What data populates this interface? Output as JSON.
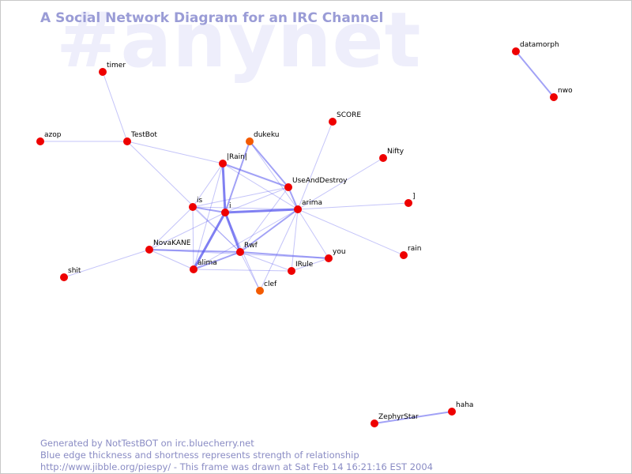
{
  "watermark": "#anynet",
  "title": "A Social Network Diagram for an IRC Channel",
  "footer": {
    "line1": "Generated by NotTestBOT on irc.bluecherry.net",
    "line2": "Blue edge thickness and shortness represents strength of relationship",
    "line3": "http://www.jibble.org/piespy/ - This frame was drawn at Sat Feb 14 16:21:16 EST 2004"
  },
  "colors": {
    "node_default": "#ee0000",
    "node_recent": "#f35a00",
    "edge": "#5555ee",
    "text_blue": "#8a8cc4"
  },
  "nodes": [
    {
      "id": "datamorph",
      "label": "datamorph",
      "color": "#ee0000"
    },
    {
      "id": "nwo",
      "label": "nwo",
      "color": "#ee0000"
    },
    {
      "id": "timer",
      "label": "timer",
      "color": "#ee0000"
    },
    {
      "id": "SCORE",
      "label": "SCORE",
      "color": "#ee0000"
    },
    {
      "id": "azop",
      "label": "azop",
      "color": "#ee0000"
    },
    {
      "id": "TestBot",
      "label": "TestBot",
      "color": "#ee0000"
    },
    {
      "id": "dukeku",
      "label": "dukeku",
      "color": "#f35a00"
    },
    {
      "id": "Nifty",
      "label": "Nifty",
      "color": "#ee0000"
    },
    {
      "id": "Rain",
      "label": "|Rain|",
      "color": "#ee0000"
    },
    {
      "id": "UseAndDestroy",
      "label": "UseAndDestroy",
      "color": "#ee0000"
    },
    {
      "id": "bracket",
      "label": "]",
      "color": "#ee0000"
    },
    {
      "id": "is",
      "label": "is",
      "color": "#ee0000"
    },
    {
      "id": "i",
      "label": "i",
      "color": "#ee0000"
    },
    {
      "id": "arima",
      "label": "arima",
      "color": "#ee0000"
    },
    {
      "id": "NovaKANE",
      "label": "NovaKANE",
      "color": "#ee0000"
    },
    {
      "id": "Rwf",
      "label": "Rwf",
      "color": "#ee0000"
    },
    {
      "id": "you",
      "label": "you",
      "color": "#ee0000"
    },
    {
      "id": "rain",
      "label": "rain",
      "color": "#ee0000"
    },
    {
      "id": "shit",
      "label": "shit",
      "color": "#ee0000"
    },
    {
      "id": "alima",
      "label": "alima",
      "color": "#ee0000"
    },
    {
      "id": "IRule",
      "label": "IRule",
      "color": "#ee0000"
    },
    {
      "id": "clef",
      "label": "clef",
      "color": "#f35a00"
    },
    {
      "id": "ZephyrStar",
      "label": "ZephyrStar",
      "color": "#ee0000"
    },
    {
      "id": "haha",
      "label": "haha",
      "color": "#ee0000"
    }
  ],
  "edges": [
    {
      "from": "datamorph",
      "to": "nwo",
      "strength": 2
    },
    {
      "from": "ZephyrStar",
      "to": "haha",
      "strength": 2
    },
    {
      "from": "timer",
      "to": "TestBot",
      "strength": 1
    },
    {
      "from": "azop",
      "to": "TestBot",
      "strength": 1
    },
    {
      "from": "TestBot",
      "to": "Rain",
      "strength": 1
    },
    {
      "from": "TestBot",
      "to": "Rwf",
      "strength": 1
    },
    {
      "from": "SCORE",
      "to": "arima",
      "strength": 1
    },
    {
      "from": "Nifty",
      "to": "arima",
      "strength": 1
    },
    {
      "from": "bracket",
      "to": "arima",
      "strength": 1
    },
    {
      "from": "rain",
      "to": "arima",
      "strength": 1
    },
    {
      "from": "shit",
      "to": "NovaKANE",
      "strength": 1
    },
    {
      "from": "dukeku",
      "to": "i",
      "strength": 2
    },
    {
      "from": "dukeku",
      "to": "UseAndDestroy",
      "strength": 2
    },
    {
      "from": "dukeku",
      "to": "arima",
      "strength": 1
    },
    {
      "from": "Rain",
      "to": "i",
      "strength": 3
    },
    {
      "from": "Rain",
      "to": "is",
      "strength": 1
    },
    {
      "from": "Rain",
      "to": "UseAndDestroy",
      "strength": 2
    },
    {
      "from": "Rain",
      "to": "arima",
      "strength": 1
    },
    {
      "from": "Rain",
      "to": "alima",
      "strength": 1
    },
    {
      "from": "UseAndDestroy",
      "to": "i",
      "strength": 1
    },
    {
      "from": "UseAndDestroy",
      "to": "arima",
      "strength": 2
    },
    {
      "from": "UseAndDestroy",
      "to": "is",
      "strength": 1
    },
    {
      "from": "UseAndDestroy",
      "to": "Rwf",
      "strength": 1
    },
    {
      "from": "is",
      "to": "i",
      "strength": 2
    },
    {
      "from": "is",
      "to": "arima",
      "strength": 1
    },
    {
      "from": "is",
      "to": "alima",
      "strength": 1
    },
    {
      "from": "is",
      "to": "NovaKANE",
      "strength": 1
    },
    {
      "from": "is",
      "to": "Rwf",
      "strength": 1
    },
    {
      "from": "i",
      "to": "arima",
      "strength": 3
    },
    {
      "from": "i",
      "to": "Rwf",
      "strength": 3
    },
    {
      "from": "i",
      "to": "alima",
      "strength": 3
    },
    {
      "from": "i",
      "to": "NovaKANE",
      "strength": 1
    },
    {
      "from": "i",
      "to": "clef",
      "strength": 1
    },
    {
      "from": "arima",
      "to": "Rwf",
      "strength": 2
    },
    {
      "from": "arima",
      "to": "you",
      "strength": 1
    },
    {
      "from": "arima",
      "to": "IRule",
      "strength": 1
    },
    {
      "from": "arima",
      "to": "clef",
      "strength": 1
    },
    {
      "from": "arima",
      "to": "alima",
      "strength": 1
    },
    {
      "from": "NovaKANE",
      "to": "Rwf",
      "strength": 2
    },
    {
      "from": "NovaKANE",
      "to": "alima",
      "strength": 1
    },
    {
      "from": "NovaKANE",
      "to": "you",
      "strength": 1
    },
    {
      "from": "Rwf",
      "to": "alima",
      "strength": 2
    },
    {
      "from": "Rwf",
      "to": "you",
      "strength": 2
    },
    {
      "from": "Rwf",
      "to": "IRule",
      "strength": 1
    },
    {
      "from": "Rwf",
      "to": "clef",
      "strength": 1
    },
    {
      "from": "alima",
      "to": "IRule",
      "strength": 1
    },
    {
      "from": "IRule",
      "to": "you",
      "strength": 1
    }
  ]
}
